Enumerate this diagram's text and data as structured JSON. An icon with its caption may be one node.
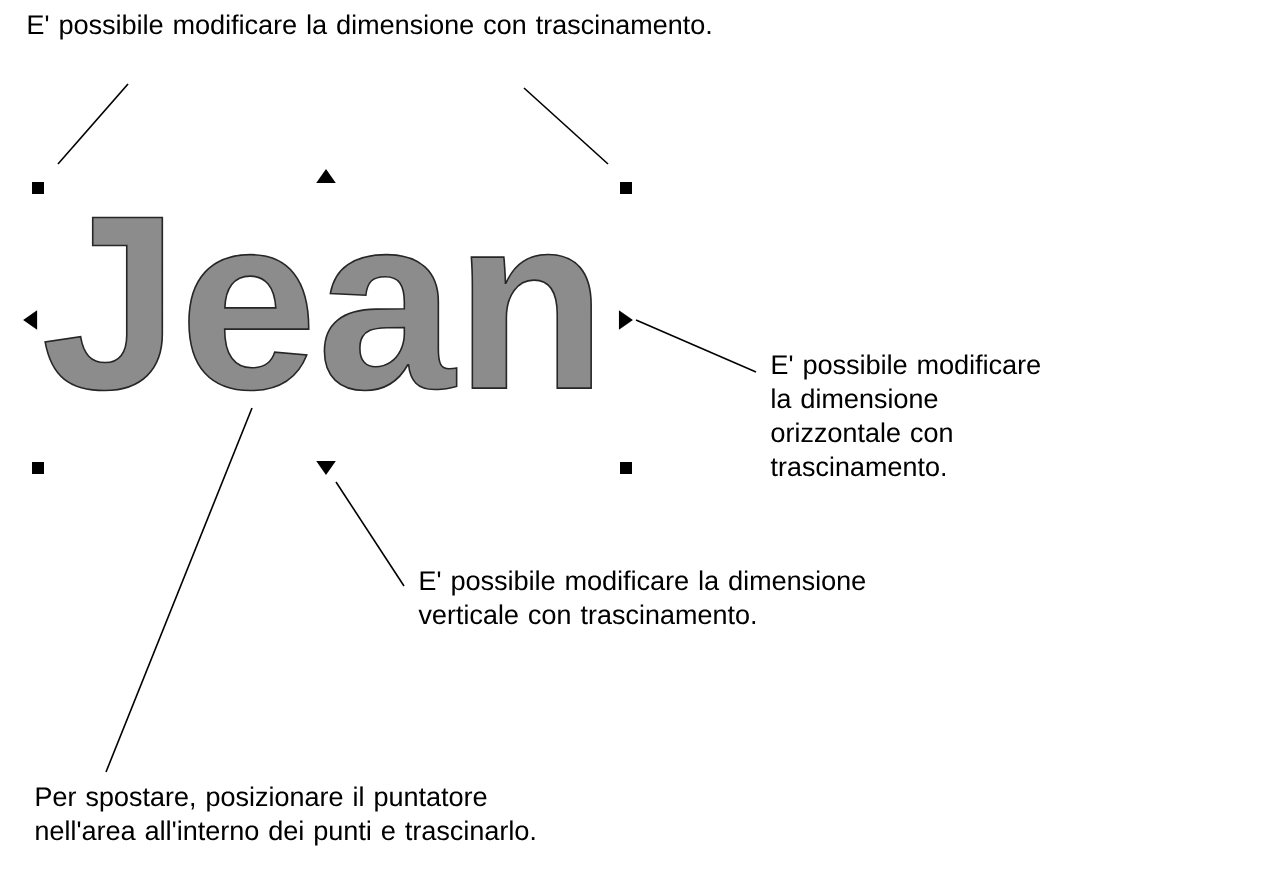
{
  "diagram": {
    "nodes": [
      {
        "text": [
          "E' possibile modificare la dimensione con trascinamento."
        ]
      },
      {
        "text": [],
        "shape": "box"
      },
      {
        "text": [],
        "shape": "triangle"
      },
      {
        "text": [],
        "shape": "box"
      },
      {
        "text": [],
        "shape": "triangle"
      },
      {
        "text": [
          "Jean"
        ]
      },
      {
        "text": [],
        "shape": "triangle"
      },
      {
        "text": [],
        "shape": "box"
      },
      {
        "text": [],
        "shape": "triangle"
      },
      {
        "text": [],
        "shape": "box"
      },
      {
        "text": [
          "E' possibile modificare la dimensione orizzontale con trascinamento."
        ]
      },
      {
        "text": [
          "E' possibile modificare la dimensione verticale con trascinamento."
        ]
      },
      {
        "text": [
          "Per spostare, posizionare il puntatore nell'area all'interno dei punti e trascinarlo."
        ]
      }
    ],
    "edges": [
      {
        "from": 0,
        "to": 1,
        "arrow": "none"
      },
      {
        "from": 0,
        "to": 3,
        "arrow": "none"
      },
      {
        "from": 10,
        "to": 6,
        "arrow": "none"
      },
      {
        "from": 11,
        "to": 8,
        "arrow": "none"
      },
      {
        "from": 12,
        "to": 5,
        "arrow": "none"
      }
    ]
  }
}
